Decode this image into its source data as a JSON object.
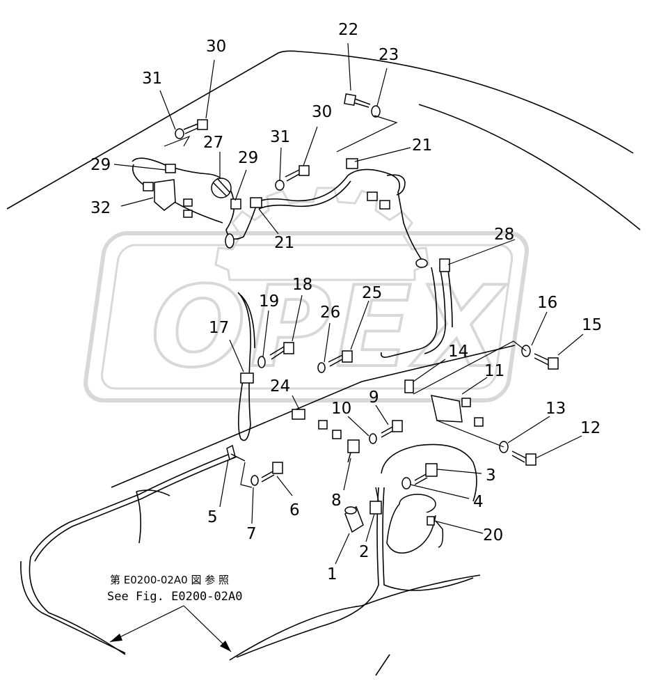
{
  "watermark": {
    "text": "OPEX"
  },
  "reference_note": {
    "jp": "第 E0200-02A0 図 参 照",
    "en": "See Fig. E0200-02A0"
  },
  "callouts": {
    "c1": "1",
    "c2": "2",
    "c3": "3",
    "c4": "4",
    "c5": "5",
    "c6": "6",
    "c7": "7",
    "c8": "8",
    "c9": "9",
    "c10": "10",
    "c11": "11",
    "c12": "12",
    "c13": "13",
    "c14": "14",
    "c15": "15",
    "c16": "16",
    "c17": "17",
    "c18": "18",
    "c19": "19",
    "c20": "20",
    "c21a": "21",
    "c21b": "21",
    "c22": "22",
    "c23": "23",
    "c24": "24",
    "c25": "25",
    "c26": "26",
    "c27": "27",
    "c28": "28",
    "c29a": "29",
    "c29b": "29",
    "c30a": "30",
    "c30b": "30",
    "c31a": "31",
    "c31b": "31",
    "c32": "32"
  },
  "colors": {
    "line": "#000000",
    "watermark": "#b9b9b9",
    "background": "#ffffff"
  }
}
